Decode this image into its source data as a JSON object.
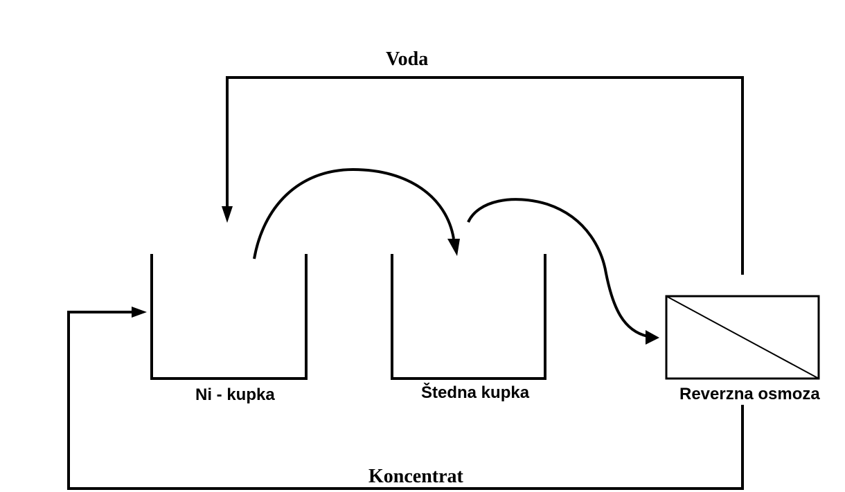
{
  "labels": {
    "water": "Voda",
    "concentrate": "Koncentrat",
    "tank1": "Ni - kupka",
    "tank2": "Štedna kupka",
    "unit": "Reverzna osmoza"
  },
  "colors": {
    "line": "#000000",
    "background": "#ffffff"
  }
}
